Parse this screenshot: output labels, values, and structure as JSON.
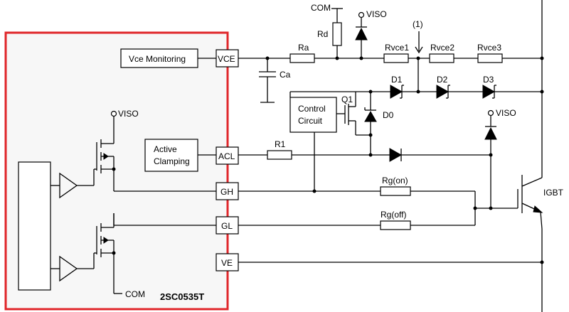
{
  "driver": {
    "name": "2SC0535T",
    "border_color": "#e0262a",
    "fill_color": "#f7f7f7"
  },
  "blocks": {
    "vce_monitoring": "Vce Monitoring",
    "active_clamping_line1": "Active",
    "active_clamping_line2": "Clamping",
    "control_circuit_line1": "Control",
    "control_circuit_line2": "Circuit"
  },
  "pins": {
    "vce": "VCE",
    "acl": "ACL",
    "gh": "GH",
    "gl": "GL",
    "ve": "VE"
  },
  "components": {
    "ra": "Ra",
    "rd": "Rd",
    "ca": "Ca",
    "rvce1": "Rvce1",
    "rvce2": "Rvce2",
    "rvce3": "Rvce3",
    "d1": "D1",
    "d2": "D2",
    "d3": "D3",
    "d0": "D0",
    "q1": "Q1",
    "r1": "R1",
    "rg_on": "Rg(on)",
    "rg_off": "Rg(off)",
    "igbt": "IGBT"
  },
  "rails": {
    "com_top": "COM",
    "viso_top": "VISO",
    "viso_right": "VISO",
    "viso_driver": "VISO",
    "com_driver": "COM"
  },
  "annotations": {
    "node_1": "(1)"
  }
}
